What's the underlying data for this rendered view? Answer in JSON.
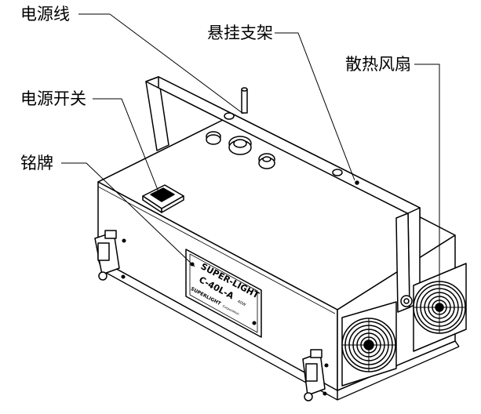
{
  "diagram": {
    "callouts": [
      {
        "id": "power-cord",
        "label": "电源线"
      },
      {
        "id": "hanging-bracket",
        "label": "悬挂支架"
      },
      {
        "id": "cooling-fan",
        "label": "散热风扇"
      },
      {
        "id": "power-switch",
        "label": "电源开关"
      },
      {
        "id": "nameplate",
        "label": "铭牌"
      }
    ],
    "nameplate": {
      "line1": "SUPER-LIGHT",
      "line2": "C-40L-A",
      "line3_small": "40W",
      "brand": "SUPERLIGHT",
      "brand_suffix": "Corporation"
    }
  }
}
